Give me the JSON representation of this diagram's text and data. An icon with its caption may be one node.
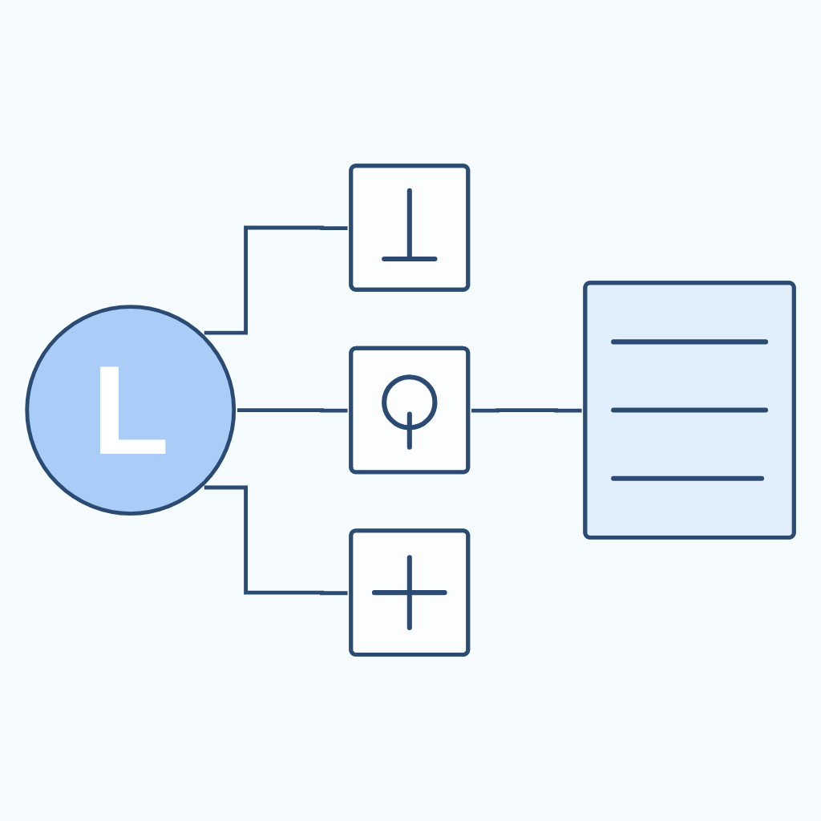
{
  "diagram": {
    "nodes": [
      {
        "text": [
          "L"
        ]
      },
      {
        "text": [],
        "shape": "box"
      },
      {
        "text": [],
        "shape": "box"
      },
      {
        "text": [],
        "shape": "box"
      },
      {
        "text": [],
        "shape": "box"
      }
    ],
    "edges": [
      {
        "from": 0,
        "to": 1,
        "arrow": "none"
      },
      {
        "from": 0,
        "to": 2,
        "arrow": "none"
      },
      {
        "from": 0,
        "to": 3,
        "arrow": "none"
      },
      {
        "from": 2,
        "to": 4,
        "arrow": "none"
      }
    ]
  }
}
